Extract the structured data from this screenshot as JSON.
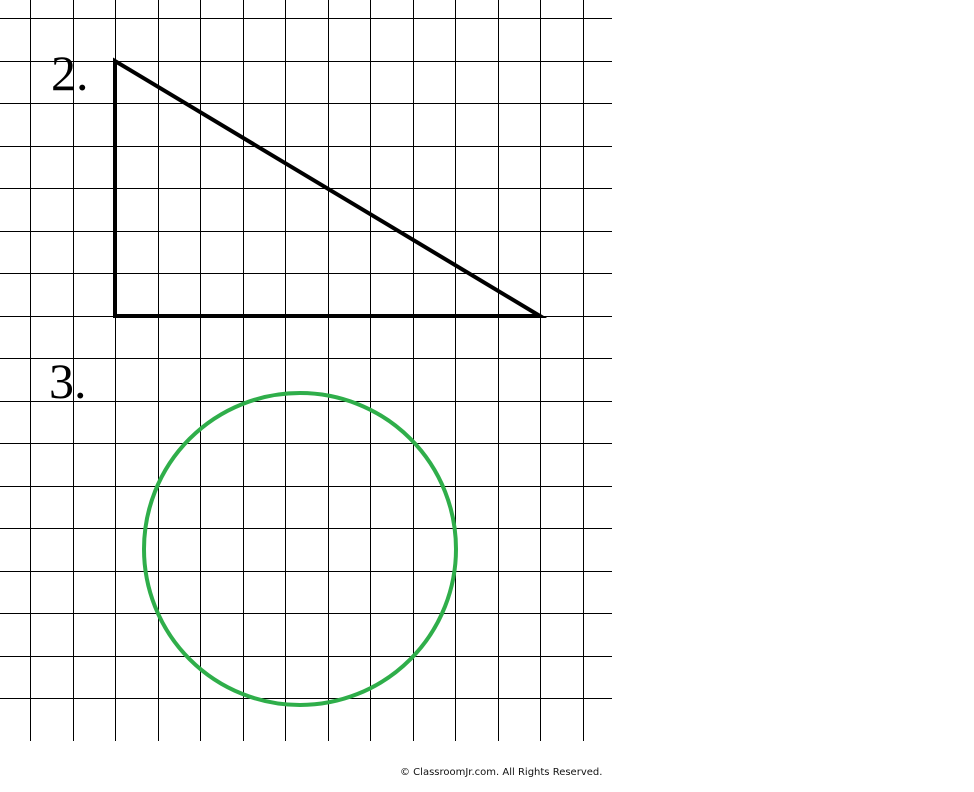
{
  "problems": [
    {
      "number": "2.",
      "shape": "right-triangle",
      "legs_in_grid_units": {
        "vertical": 6,
        "horizontal": 10
      }
    },
    {
      "number": "3.",
      "shape": "circle"
    }
  ],
  "footer": {
    "copyright": "© ClassroomJr.com. All Rights Reserved."
  },
  "colors": {
    "grid": "#000000",
    "triangle": "#000000",
    "circle": "#2fae4a",
    "background": "#ffffff"
  }
}
